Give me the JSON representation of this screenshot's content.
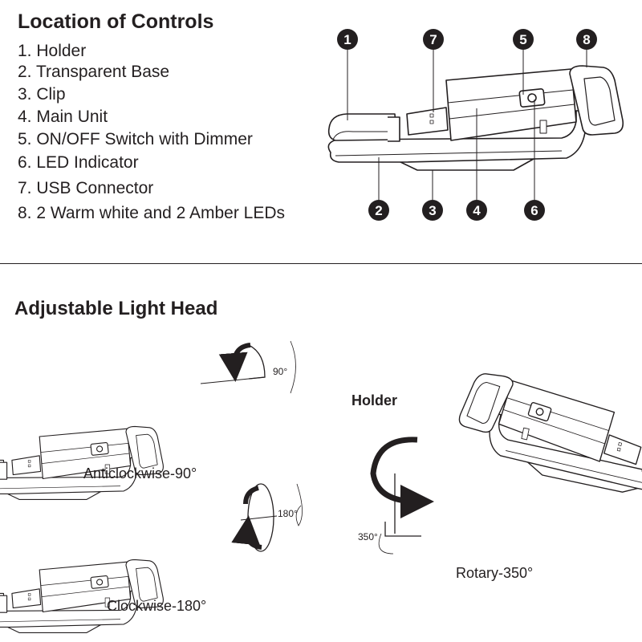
{
  "section1": {
    "title": "Location of Controls",
    "controls": [
      "1. Holder",
      "2. Transparent Base",
      "3. Clip",
      "4. Main Unit",
      "5. ON/OFF Switch with Dimmer",
      "6. LED Indicator",
      "7. USB Connector",
      "8. 2 Warm white and 2 Amber LEDs"
    ],
    "badges": [
      "1",
      "7",
      "5",
      "8",
      "2",
      "3",
      "4",
      "6"
    ]
  },
  "section2": {
    "title": "Adjustable Light Head",
    "anticlockwise": {
      "caption": "Anticlockwise-90°",
      "angle": "90°"
    },
    "clockwise": {
      "caption": "Clockwise-180°",
      "angle": "180°"
    },
    "rotary": {
      "label": "Holder",
      "caption": "Rotary-350°",
      "angle": "350°"
    }
  }
}
